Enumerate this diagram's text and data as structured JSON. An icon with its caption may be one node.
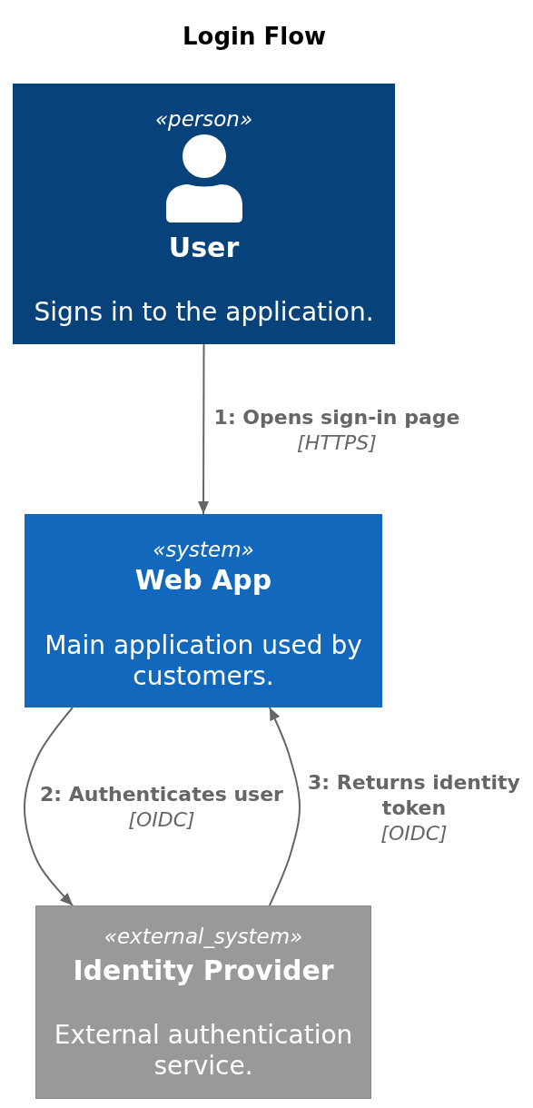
{
  "diagram": {
    "title": "Login Flow",
    "nodes": [
      {
        "text": [
          "«person»",
          "User",
          "Signs in to the application."
        ]
      },
      {
        "text": [
          "«system»",
          "Web App",
          "Main application used by customers."
        ]
      },
      {
        "text": [
          "«external_system»",
          "Identity Provider",
          "External authentication service."
        ]
      }
    ],
    "edges": [
      {
        "from": 0,
        "to": 1,
        "arrow": "to",
        "label": "**1: Opens sign-in page** *[HTTPS]*"
      },
      {
        "from": 1,
        "to": 2,
        "arrow": "to",
        "label": "**2: Authenticates user** *[OIDC]*"
      },
      {
        "from": 2,
        "to": 1,
        "arrow": "to",
        "label": "**3: Returns identity token** *[OIDC]*"
      }
    ]
  }
}
